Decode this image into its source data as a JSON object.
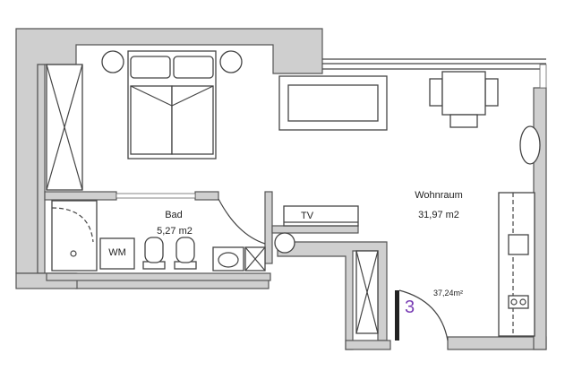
{
  "rooms": {
    "bath": {
      "name": "Bad",
      "area": "5,27 m2"
    },
    "living": {
      "name": "Wohnraum",
      "area": "31,97 m2"
    }
  },
  "labels": {
    "tv": "TV",
    "wm": "WM",
    "total_area": "37,24m²",
    "unit_number": "3"
  },
  "colors": {
    "wall": "#cfcfcf",
    "line": "#444444",
    "unit_number": "#7a3fb5"
  }
}
